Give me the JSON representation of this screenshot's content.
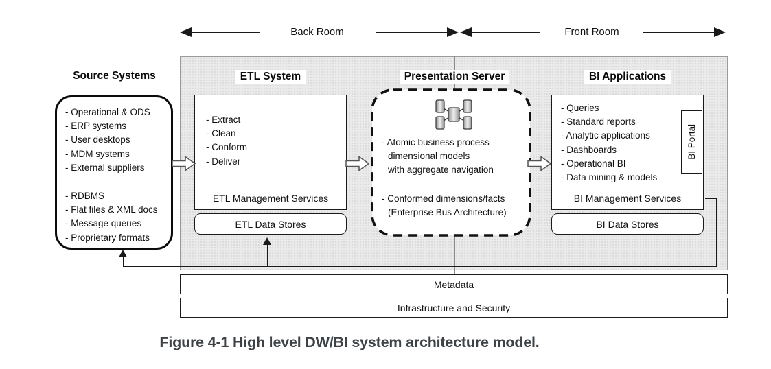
{
  "rooms": {
    "back_label": "Back Room",
    "front_label": "Front Room"
  },
  "source_systems": {
    "title": "Source Systems",
    "group1": [
      "- Operational & ODS",
      "- ERP systems",
      "- User desktops",
      "- MDM systems",
      "- External suppliers"
    ],
    "group2": [
      "- RDBMS",
      "- Flat files & XML docs",
      "- Message queues",
      "- Proprietary formats"
    ]
  },
  "etl": {
    "title": "ETL System",
    "steps": [
      "- Extract",
      "- Clean",
      "- Conform",
      "- Deliver"
    ],
    "management_label": "ETL Management Services",
    "data_stores_label": "ETL Data Stores"
  },
  "presentation": {
    "title": "Presentation Server",
    "bullet1": [
      "- Atomic business process",
      "dimensional models",
      "with aggregate navigation"
    ],
    "bullet2": [
      "- Conformed dimensions/facts",
      "(Enterprise Bus Architecture)"
    ]
  },
  "bi": {
    "title": "BI Applications",
    "items": [
      "- Queries",
      "- Standard reports",
      "- Analytic applications",
      "- Dashboards",
      "- Operational BI",
      "- Data mining & models"
    ],
    "portal_label": "BI Portal",
    "management_label": "BI Management Services",
    "data_stores_label": "BI Data Stores"
  },
  "bars": {
    "metadata": "Metadata",
    "infrastructure": "Infrastructure and Security"
  },
  "caption": "Figure 4-1 High level DW/BI system architecture model.",
  "colors": {
    "line": "#1a1a1a",
    "shade_bg": "#eaeaea",
    "shade_dot": "#d6d6d6",
    "shade_border": "#9a9a9a",
    "caption_color": "#3d4247"
  }
}
